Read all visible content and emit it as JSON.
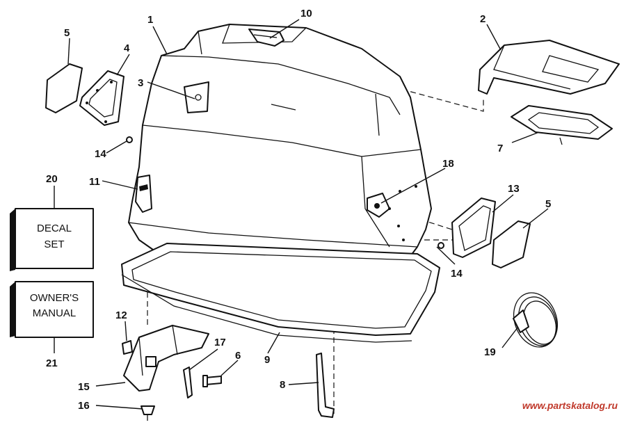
{
  "callouts": [
    "1",
    "2",
    "3",
    "4",
    "5",
    "5",
    "6",
    "7",
    "8",
    "9",
    "10",
    "11",
    "12",
    "13",
    "14",
    "14",
    "15",
    "16",
    "17",
    "18",
    "19",
    "20",
    "21"
  ],
  "boxes": {
    "decal": [
      "DECAL",
      "SET"
    ],
    "manual": [
      "OWNER'S",
      "MANUAL"
    ]
  },
  "watermark": "www.partskatalog.ru",
  "colors": {
    "line": "#111111",
    "watermark": "#c0392b",
    "background": "#ffffff"
  }
}
